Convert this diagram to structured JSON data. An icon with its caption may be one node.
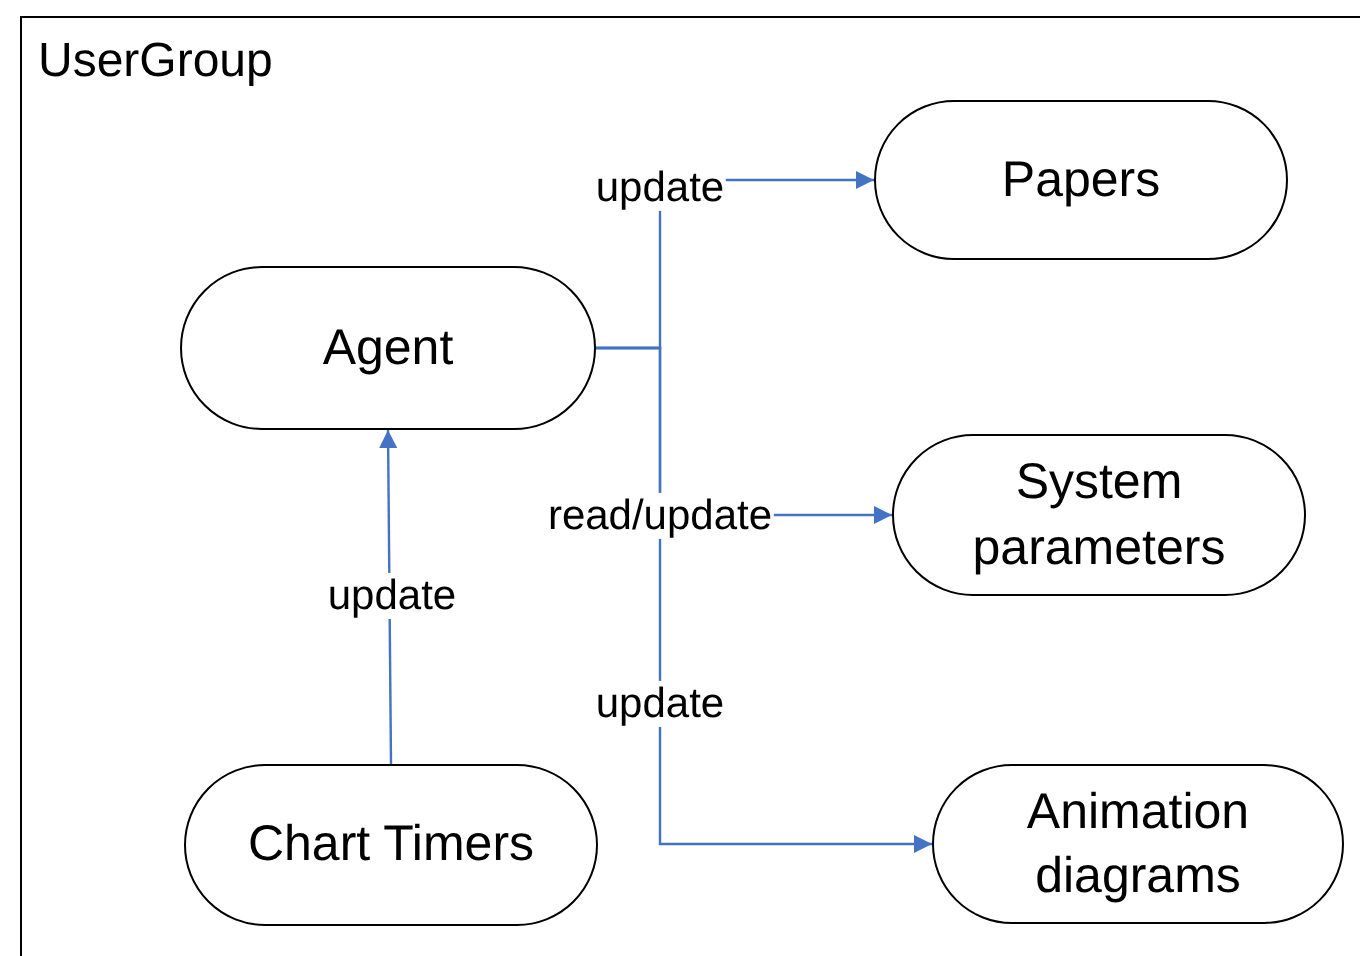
{
  "diagram": {
    "nodes": [
      {
        "text": [
          "UserGroup"
        ]
      },
      {
        "text": [
          "Agent"
        ],
        "in": 0
      },
      {
        "text": [
          "Papers"
        ],
        "in": 0
      },
      {
        "text": [
          "System parameters"
        ],
        "in": 0
      },
      {
        "text": [
          "Chart Timers"
        ],
        "in": 0
      },
      {
        "text": [
          "Animation diagrams"
        ],
        "in": 0
      }
    ],
    "edges": [
      {
        "from": 1,
        "to": 2,
        "arrow": "to",
        "label": "update"
      },
      {
        "from": 1,
        "to": 3,
        "arrow": "to",
        "label": "read/update"
      },
      {
        "from": 1,
        "to": 5,
        "arrow": "to",
        "label": "update"
      },
      {
        "from": 4,
        "to": 1,
        "arrow": "to",
        "label": "update"
      }
    ]
  }
}
